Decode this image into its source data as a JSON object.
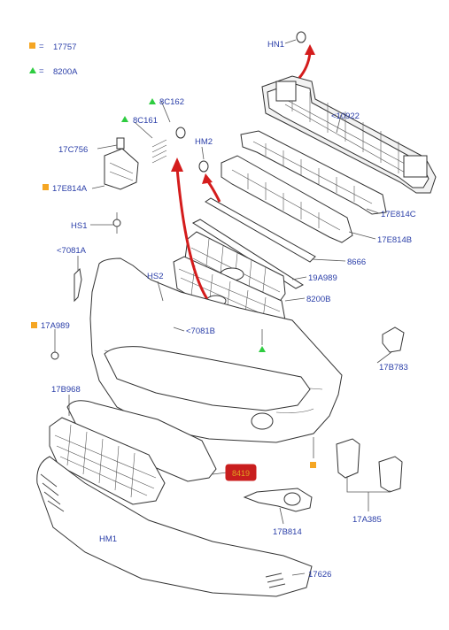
{
  "legend": [
    {
      "shape": "square",
      "color": "#f5a623",
      "separator": "=",
      "code": "17757"
    },
    {
      "shape": "triangle",
      "color": "#2ecc40",
      "separator": "=",
      "code": "8200A"
    }
  ],
  "labels": {
    "hn1": "HN1",
    "c10922": "<10922",
    "c8c162": "8C162",
    "c8c161": "8C161",
    "c17c756": "17C756",
    "hm2": "HM2",
    "c17e814a": "17E814A",
    "c17e814c": "17E814C",
    "c17e814b": "17E814B",
    "hs1": "HS1",
    "c7081a": "<7081A",
    "c8666": "8666",
    "c19a989": "19A989",
    "hs2": "HS2",
    "c8200b": "8200B",
    "c7081b": "<7081B",
    "c17a989": "17A989",
    "c17b783": "17B783",
    "c17b968": "17B968",
    "c8419": "8419",
    "hm1": "HM1",
    "c17b814": "17B814",
    "c17a385": "17A385",
    "c17626": "17626"
  },
  "colors": {
    "label_blue": "#2a3ea8",
    "highlight_red": "#cc1f1f",
    "highlight_fill": "#c81e1e",
    "arrow_red": "#d41c1c",
    "orange": "#f5a623",
    "green": "#2ecc40"
  }
}
